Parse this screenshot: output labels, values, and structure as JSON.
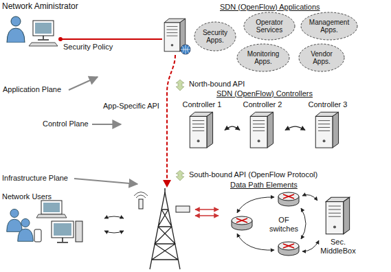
{
  "diagram": {
    "nodes": [
      {
        "text": [
          "SDN (OpenFlow) Applications"
        ]
      },
      {
        "text": [
          "Security Apps."
        ],
        "in": 0
      },
      {
        "text": [
          "Operator Services"
        ],
        "in": 0
      },
      {
        "text": [
          "Management Apps."
        ],
        "in": 0
      },
      {
        "text": [
          "Monitoring Apps."
        ],
        "in": 0
      },
      {
        "text": [
          "Vendor Apps."
        ],
        "in": 0
      },
      {
        "text": [
          "SDN (OpenFlow) Controllers",
          "App-Specific API"
        ]
      },
      {
        "text": [
          "Controller 1"
        ],
        "in": 6
      },
      {
        "text": [
          "Controller 2"
        ],
        "in": 6
      },
      {
        "text": [
          "Controller 3"
        ],
        "in": 6
      },
      {
        "text": [
          "Data Path Elements"
        ]
      },
      {
        "text": [
          "Sec. MiddleBox"
        ],
        "in": 10
      }
    ],
    "edges": [
      {
        "from": 7,
        "to": 8,
        "arrow": "both"
      },
      {
        "from": 8,
        "to": 9,
        "arrow": "both"
      }
    ],
    "labels": [
      "Network Aministrator",
      "Security Policy",
      "Application Plane",
      "North-bound API",
      "Control Plane",
      "Infrastructure Plane",
      "South-bound API (OpenFlow Protocol)",
      "Network Users",
      "OF switches"
    ]
  }
}
